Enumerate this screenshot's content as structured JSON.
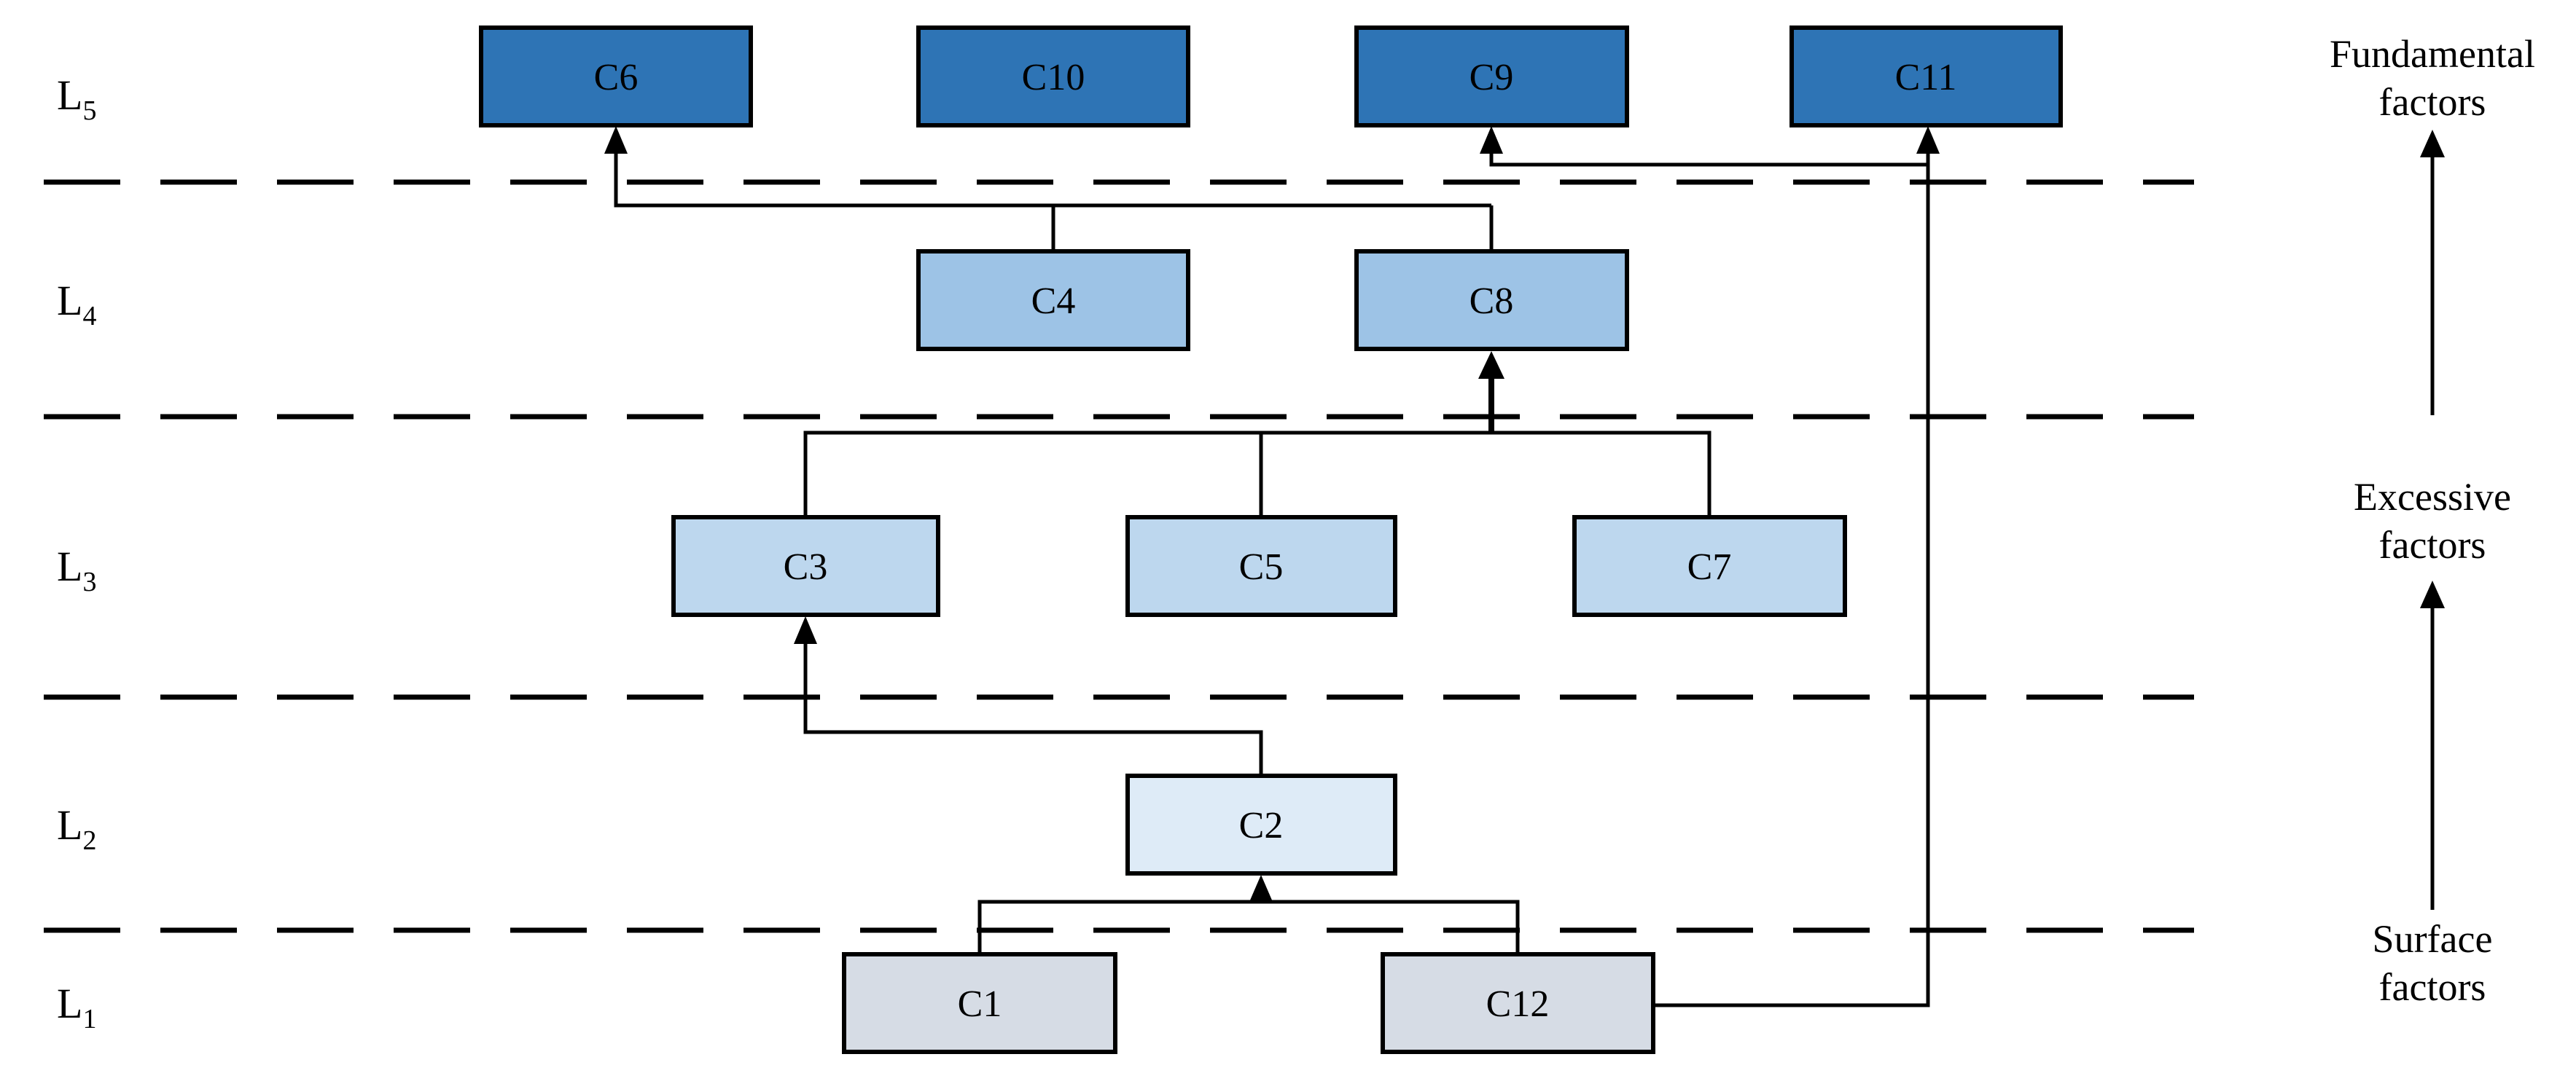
{
  "diagram": {
    "description": "Five-level hierarchy diagram of factors C1-C12",
    "type": "hierarchy"
  },
  "levels": [
    {
      "prefix": "L",
      "sub": "5"
    },
    {
      "prefix": "L",
      "sub": "4"
    },
    {
      "prefix": "L",
      "sub": "3"
    },
    {
      "prefix": "L",
      "sub": "2"
    },
    {
      "prefix": "L",
      "sub": "1"
    }
  ],
  "nodes": {
    "c6": {
      "label": "C6"
    },
    "c10": {
      "label": "C10"
    },
    "c9": {
      "label": "C9"
    },
    "c11": {
      "label": "C11"
    },
    "c4": {
      "label": "C4"
    },
    "c8": {
      "label": "C8"
    },
    "c3": {
      "label": "C3"
    },
    "c5": {
      "label": "C5"
    },
    "c7": {
      "label": "C7"
    },
    "c2": {
      "label": "C2"
    },
    "c1": {
      "label": "C1"
    },
    "c12": {
      "label": "C12"
    }
  },
  "side_labels": {
    "fundamental": {
      "line1": "Fundamental",
      "line2": "factors"
    },
    "excessive": {
      "line1": "Excessive",
      "line2": "factors"
    },
    "surface": {
      "line1": "Surface",
      "line2": "factors"
    }
  },
  "edges": [
    {
      "from": "C4",
      "to": "C6"
    },
    {
      "from": "C8",
      "to": "C6"
    },
    {
      "from": "C3",
      "to": "C8"
    },
    {
      "from": "C5",
      "to": "C8"
    },
    {
      "from": "C7",
      "to": "C8"
    },
    {
      "from": "C2",
      "to": "C3"
    },
    {
      "from": "C1",
      "to": "C2"
    },
    {
      "from": "C12",
      "to": "C2"
    },
    {
      "from": "C12",
      "to": "C9"
    },
    {
      "from": "C12",
      "to": "C11"
    }
  ],
  "colors": {
    "level5_fill": "#2E74B5",
    "level4_fill": "#9DC3E6",
    "level3_fill": "#BDD7EE",
    "level2_fill": "#DEEBF7",
    "level1_fill": "#D6DCE5",
    "line": "#000000",
    "background": "#FFFFFF"
  }
}
